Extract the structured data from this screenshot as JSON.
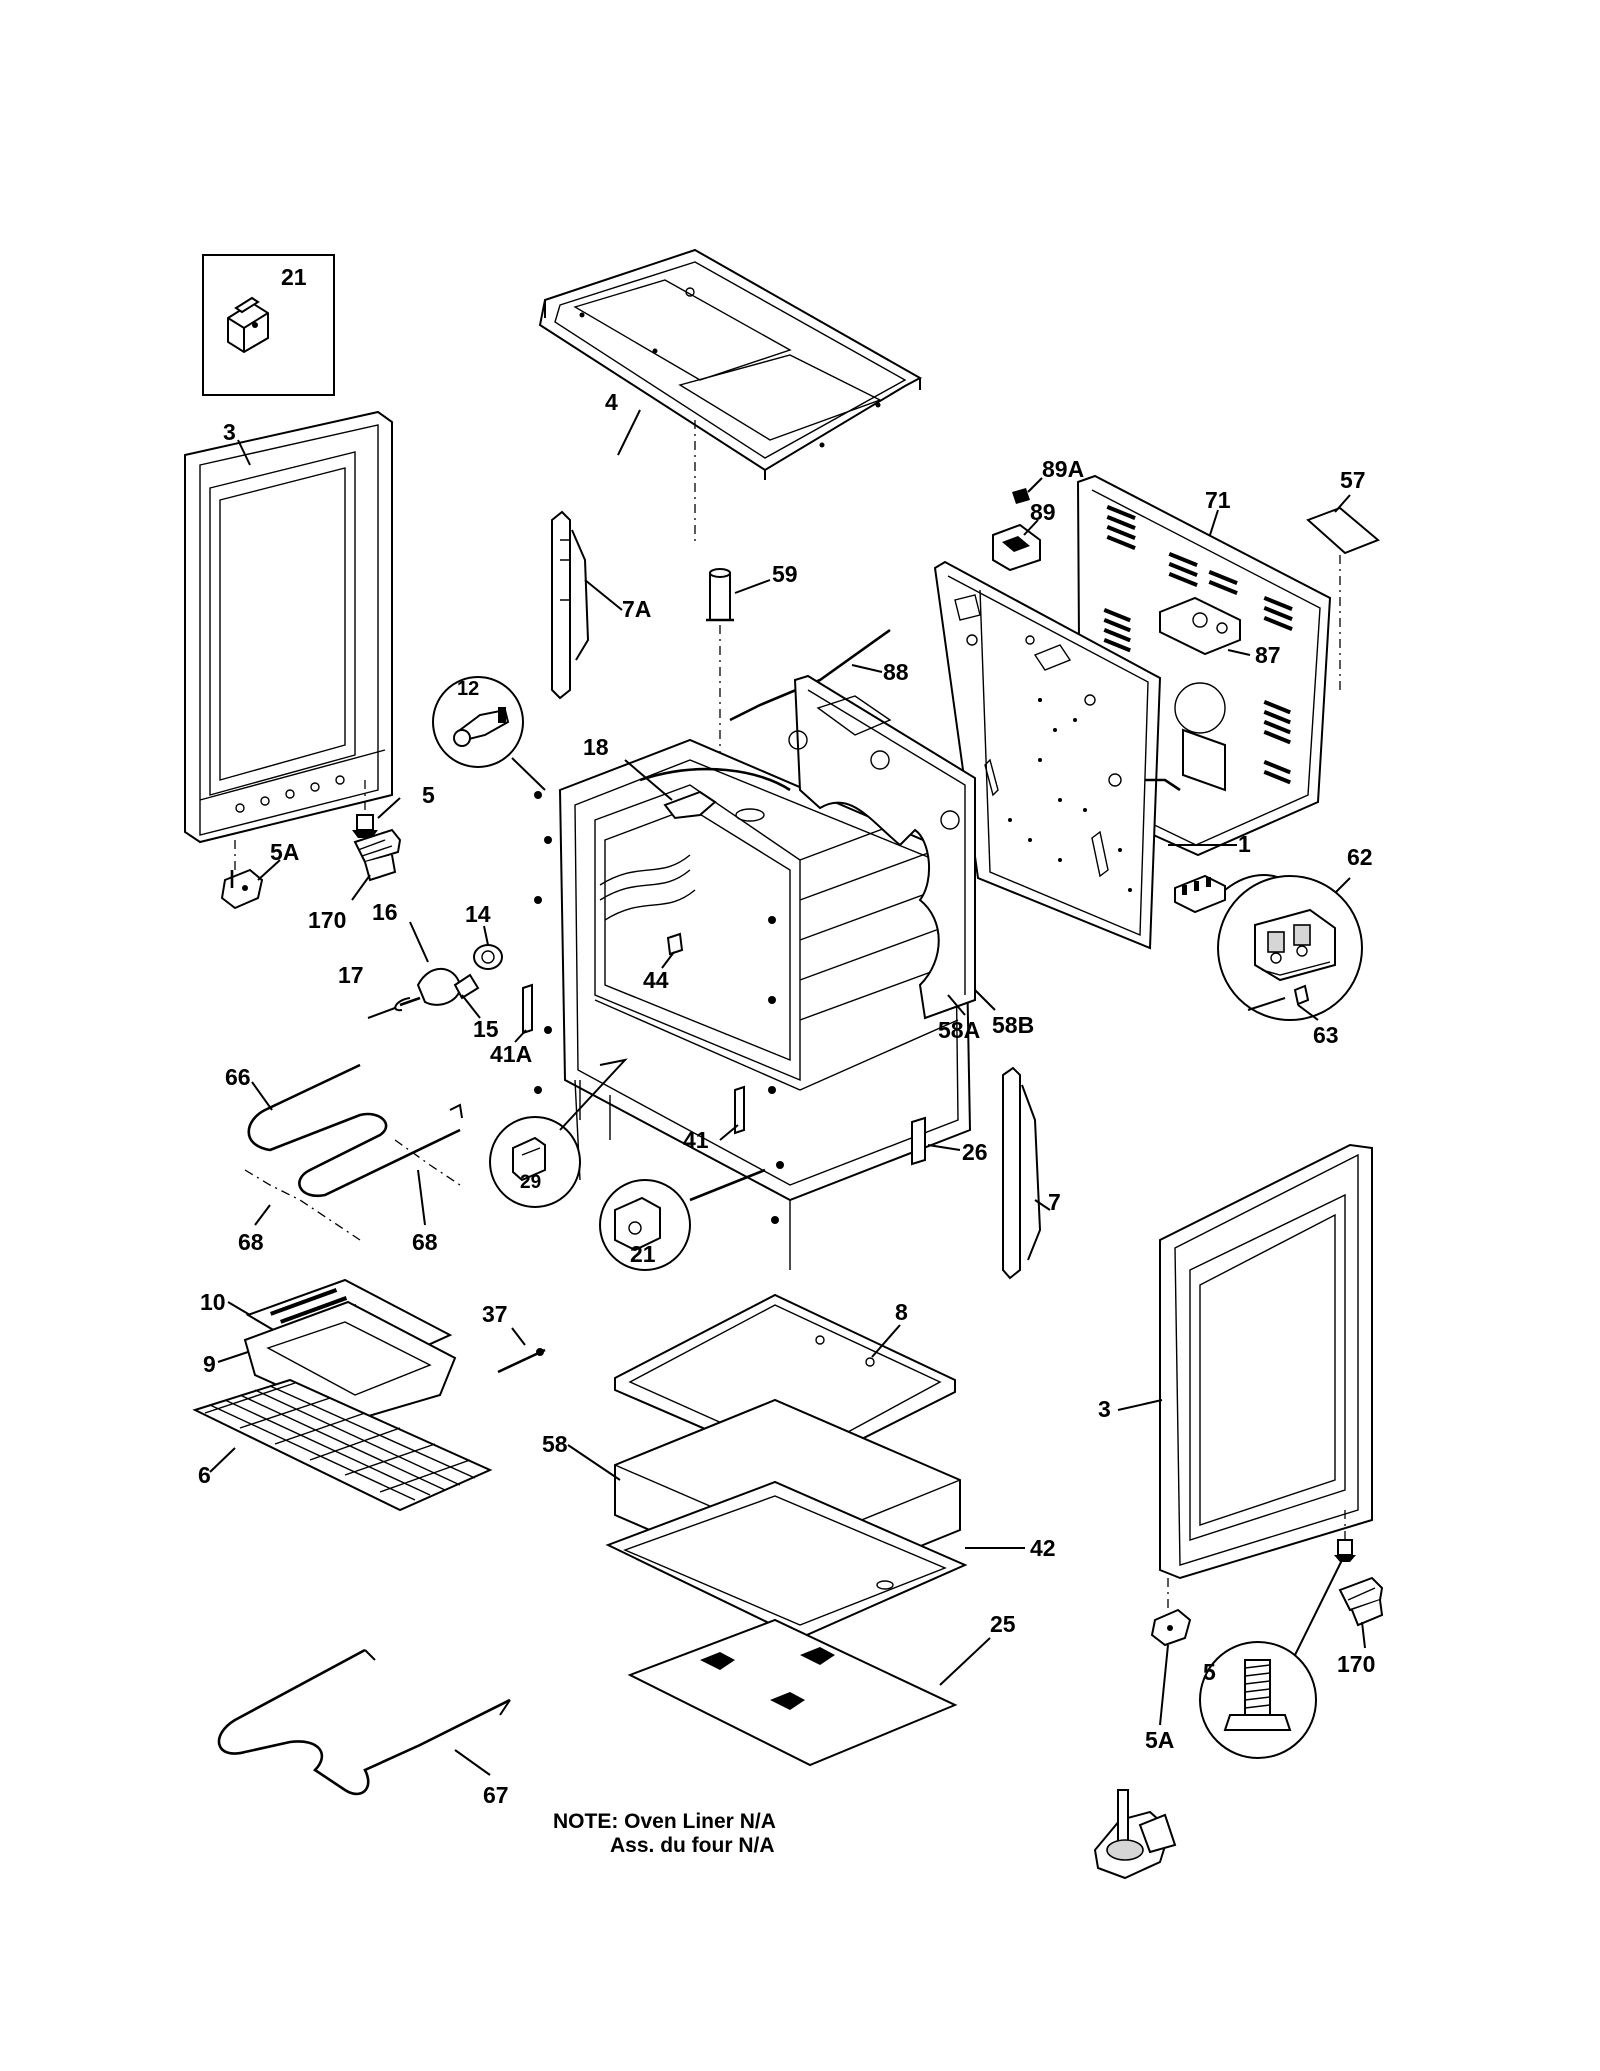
{
  "diagram": {
    "labels": [
      {
        "id": "p21-inset",
        "text": "21"
      },
      {
        "id": "p4",
        "text": "4"
      },
      {
        "id": "p3-left",
        "text": "3"
      },
      {
        "id": "p89A",
        "text": "89A"
      },
      {
        "id": "p57",
        "text": "57"
      },
      {
        "id": "p71",
        "text": "71"
      },
      {
        "id": "p89",
        "text": "89"
      },
      {
        "id": "p59",
        "text": "59"
      },
      {
        "id": "p7A",
        "text": "7A"
      },
      {
        "id": "p87",
        "text": "87"
      },
      {
        "id": "p88",
        "text": "88"
      },
      {
        "id": "p12",
        "text": "12"
      },
      {
        "id": "p18",
        "text": "18"
      },
      {
        "id": "p5-left",
        "text": "5"
      },
      {
        "id": "p5A-left",
        "text": "5A"
      },
      {
        "id": "p1",
        "text": "1"
      },
      {
        "id": "p62",
        "text": "62"
      },
      {
        "id": "p170-left",
        "text": "170"
      },
      {
        "id": "p14",
        "text": "14"
      },
      {
        "id": "p16",
        "text": "16"
      },
      {
        "id": "p17",
        "text": "17"
      },
      {
        "id": "p44",
        "text": "44"
      },
      {
        "id": "p15",
        "text": "15"
      },
      {
        "id": "p41A",
        "text": "41A"
      },
      {
        "id": "p58A",
        "text": "58A"
      },
      {
        "id": "p58B",
        "text": "58B"
      },
      {
        "id": "p63",
        "text": "63"
      },
      {
        "id": "p66",
        "text": "66"
      },
      {
        "id": "p41",
        "text": "41"
      },
      {
        "id": "p26",
        "text": "26"
      },
      {
        "id": "p29",
        "text": "29"
      },
      {
        "id": "p7",
        "text": "7"
      },
      {
        "id": "p68-left",
        "text": "68"
      },
      {
        "id": "p68-right",
        "text": "68"
      },
      {
        "id": "p21-circle",
        "text": "21"
      },
      {
        "id": "p10",
        "text": "10"
      },
      {
        "id": "p37",
        "text": "37"
      },
      {
        "id": "p8",
        "text": "8"
      },
      {
        "id": "p9",
        "text": "9"
      },
      {
        "id": "p3-right",
        "text": "3"
      },
      {
        "id": "p6",
        "text": "6"
      },
      {
        "id": "p58",
        "text": "58"
      },
      {
        "id": "p42",
        "text": "42"
      },
      {
        "id": "p25",
        "text": "25"
      },
      {
        "id": "p170-right",
        "text": "170"
      },
      {
        "id": "p5-right",
        "text": "5"
      },
      {
        "id": "p5A-right",
        "text": "5A"
      },
      {
        "id": "p67",
        "text": "67"
      }
    ],
    "note": {
      "line1": "NOTE: Oven Liner N/A",
      "line2": "Ass. du four N/A"
    }
  }
}
